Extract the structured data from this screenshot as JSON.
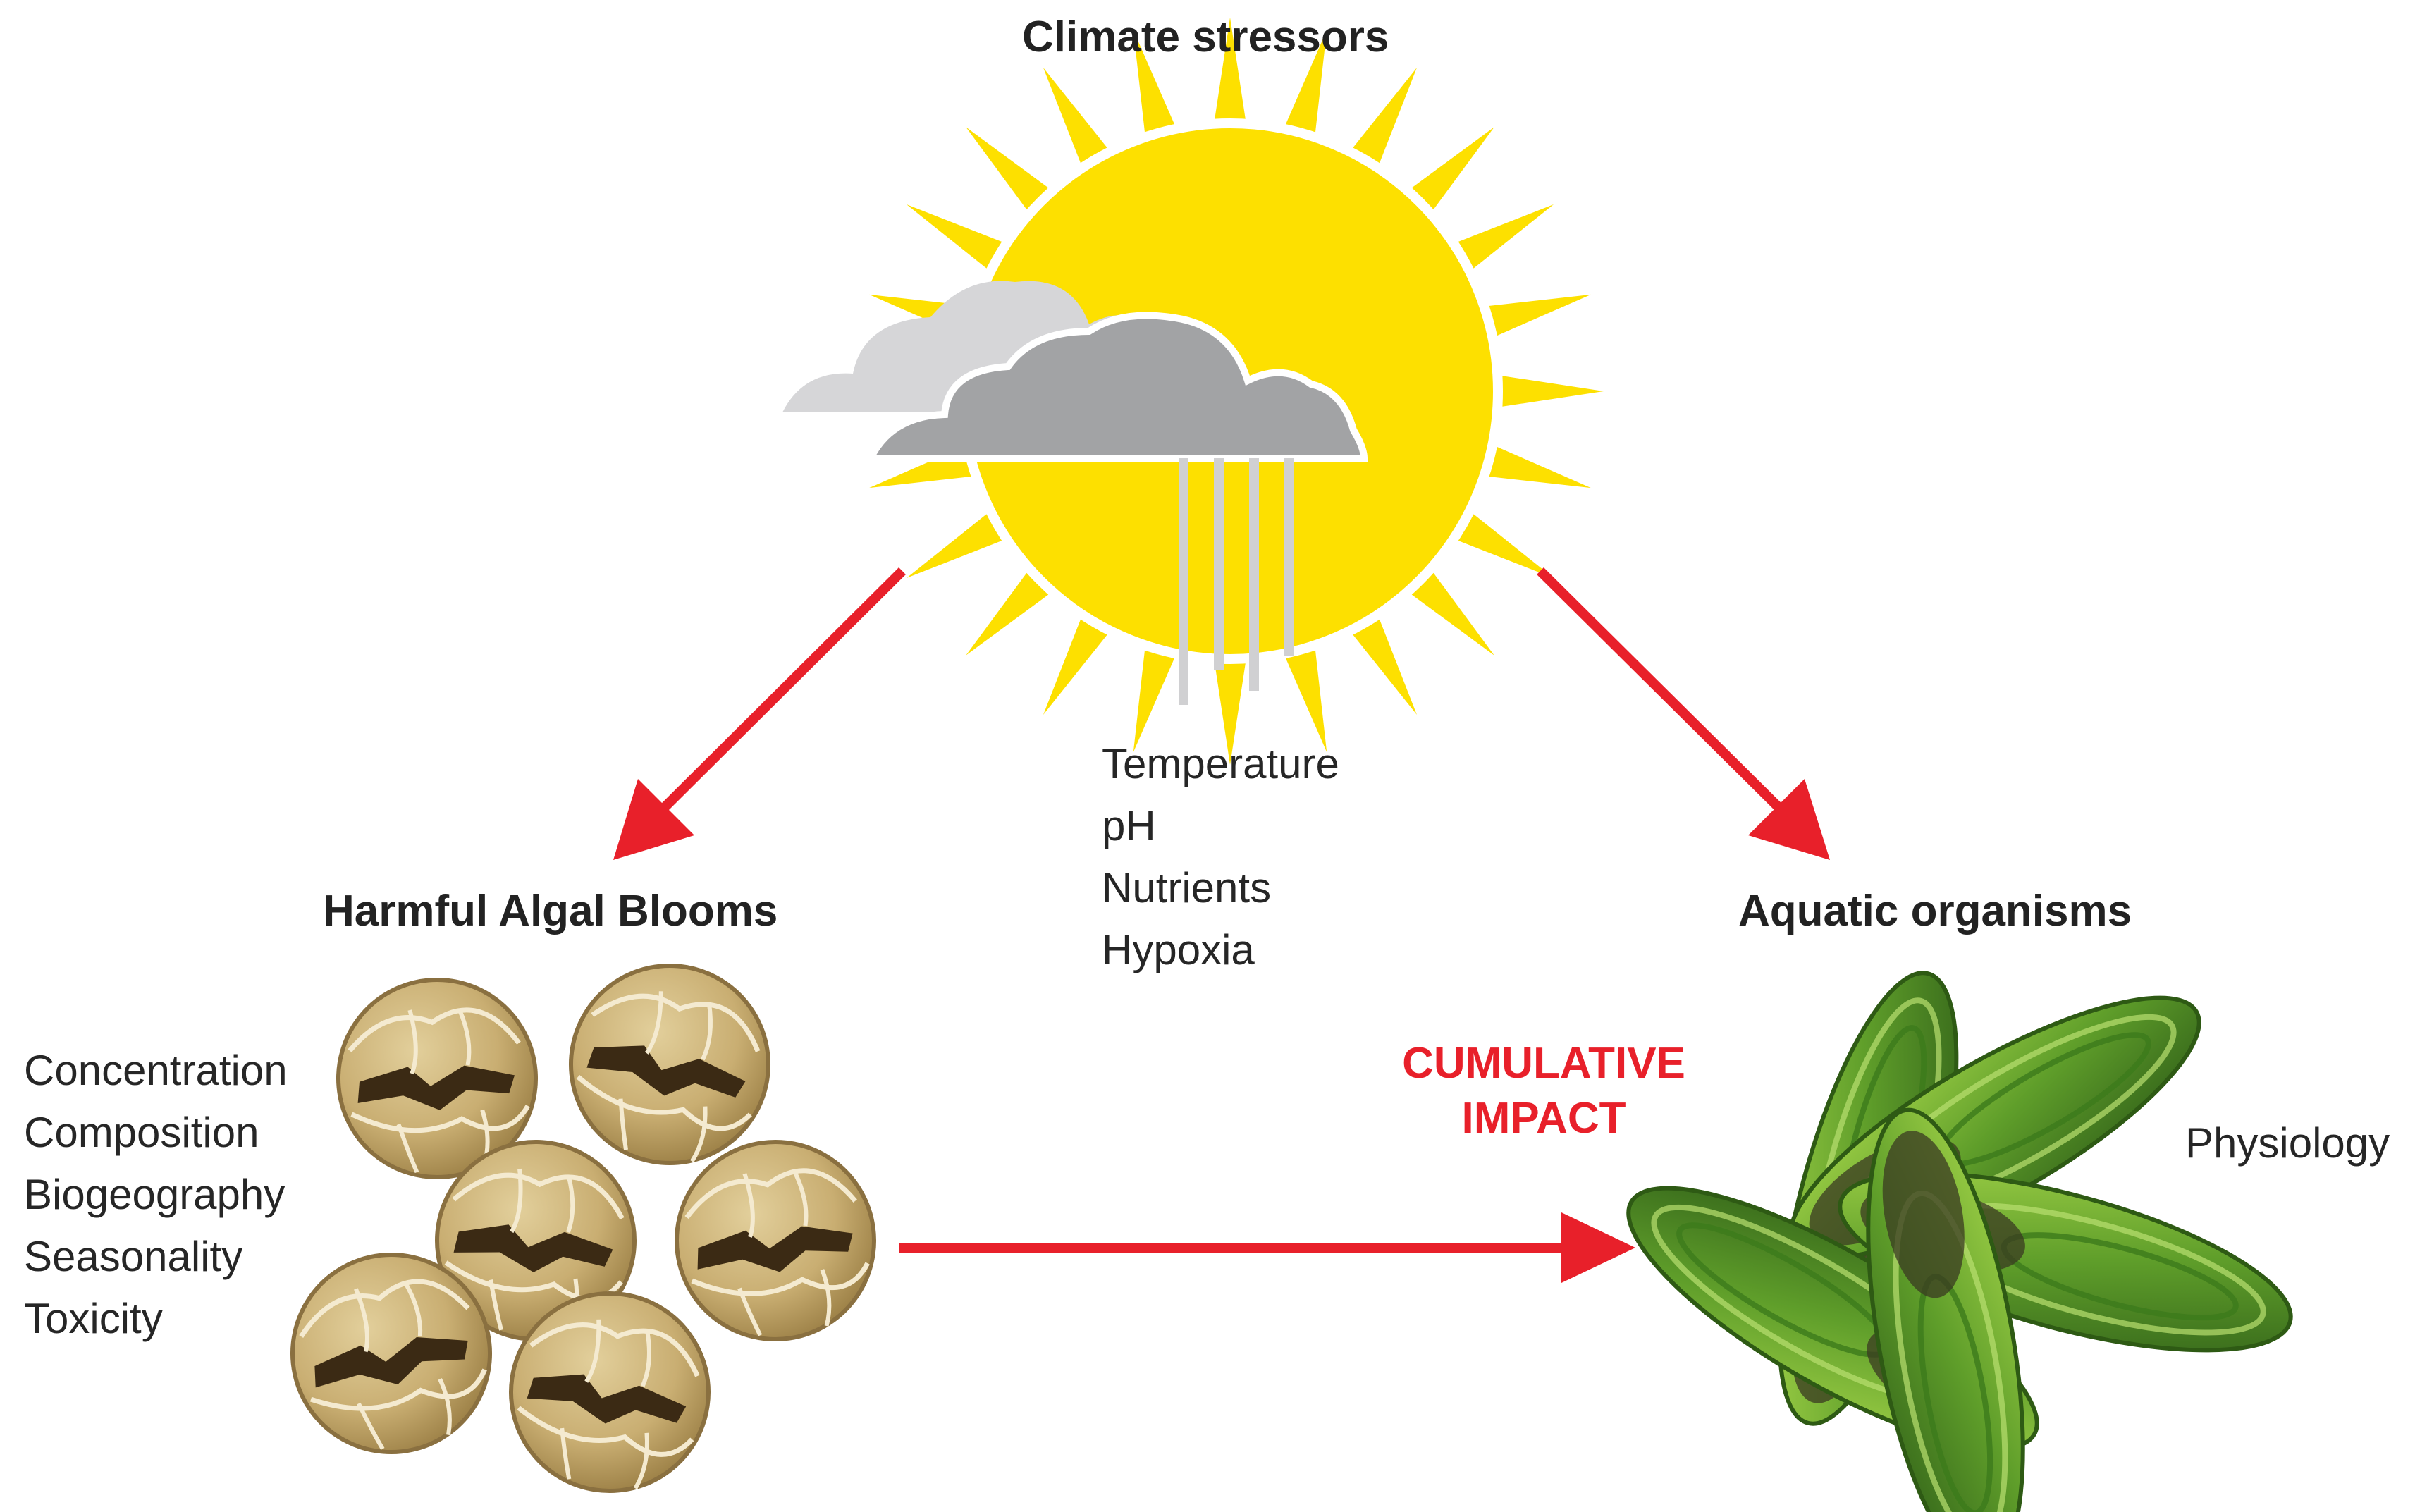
{
  "nodes": {
    "climate": {
      "title": "Climate stressors",
      "items": [
        "Temperature",
        "pH",
        "Nutrients",
        "Hypoxia"
      ]
    },
    "hab": {
      "title": "Harmful Algal Blooms",
      "items": [
        "Concentration",
        "Composition",
        "Biogeography",
        "Seasonality",
        "Toxicity"
      ]
    },
    "aquatic": {
      "title": "Aquatic organisms",
      "items": [
        "Physiology"
      ]
    }
  },
  "impact": {
    "line1": "CUMULATIVE",
    "line2": "IMPACT"
  },
  "colors": {
    "arrow": "#e8202a",
    "sun": "#fde000",
    "cloud_light": "#d6d6d8",
    "cloud_dark": "#a2a3a5",
    "algae": "#c9ae72",
    "mussel": "#62a82c"
  },
  "icons": [
    "sun-icon",
    "cloud-light-icon",
    "cloud-dark-icon",
    "algae-cell-icon",
    "mussel-icon"
  ]
}
